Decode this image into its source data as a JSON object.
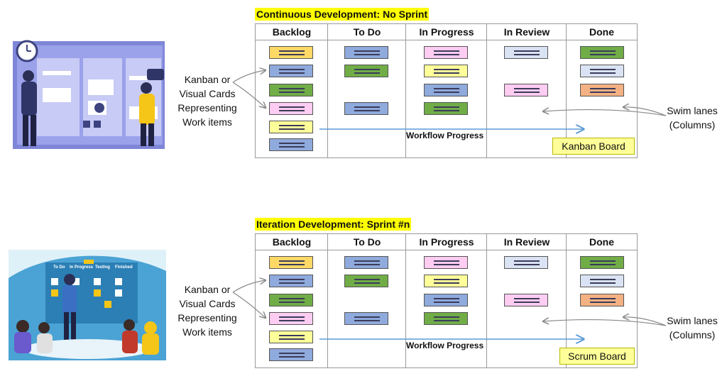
{
  "colors": {
    "highlight": "#ffff00",
    "card_yellow": "#ffff99",
    "card_orange": "#ffd966",
    "card_blue": "#8faadc",
    "card_green": "#70ad47",
    "card_pink": "#ffccf2",
    "card_light": "#dae3f3",
    "card_peach": "#f4b183",
    "arrow_blue": "#5b9bd5"
  },
  "columns": [
    "Backlog",
    "To Do",
    "In Progress",
    "In Review",
    "Done"
  ],
  "side_labels": {
    "cards": [
      "Kanban or",
      "Visual Cards",
      "Representing",
      "Work items"
    ],
    "swim": [
      "Swim lanes",
      "(Columns)"
    ]
  },
  "workflow_label": "Workflow Progress",
  "panels": [
    {
      "title": "Continuous Development: No Sprint",
      "board_label": "Kanban Board",
      "illustration": "kanban-team-illustration"
    },
    {
      "title": "Iteration Development: Sprint #n",
      "board_label": "Scrum Board",
      "illustration": "scrum-meeting-illustration",
      "illustration_text": [
        "To Do",
        "In Progress",
        "Testing",
        "Finished"
      ]
    }
  ]
}
